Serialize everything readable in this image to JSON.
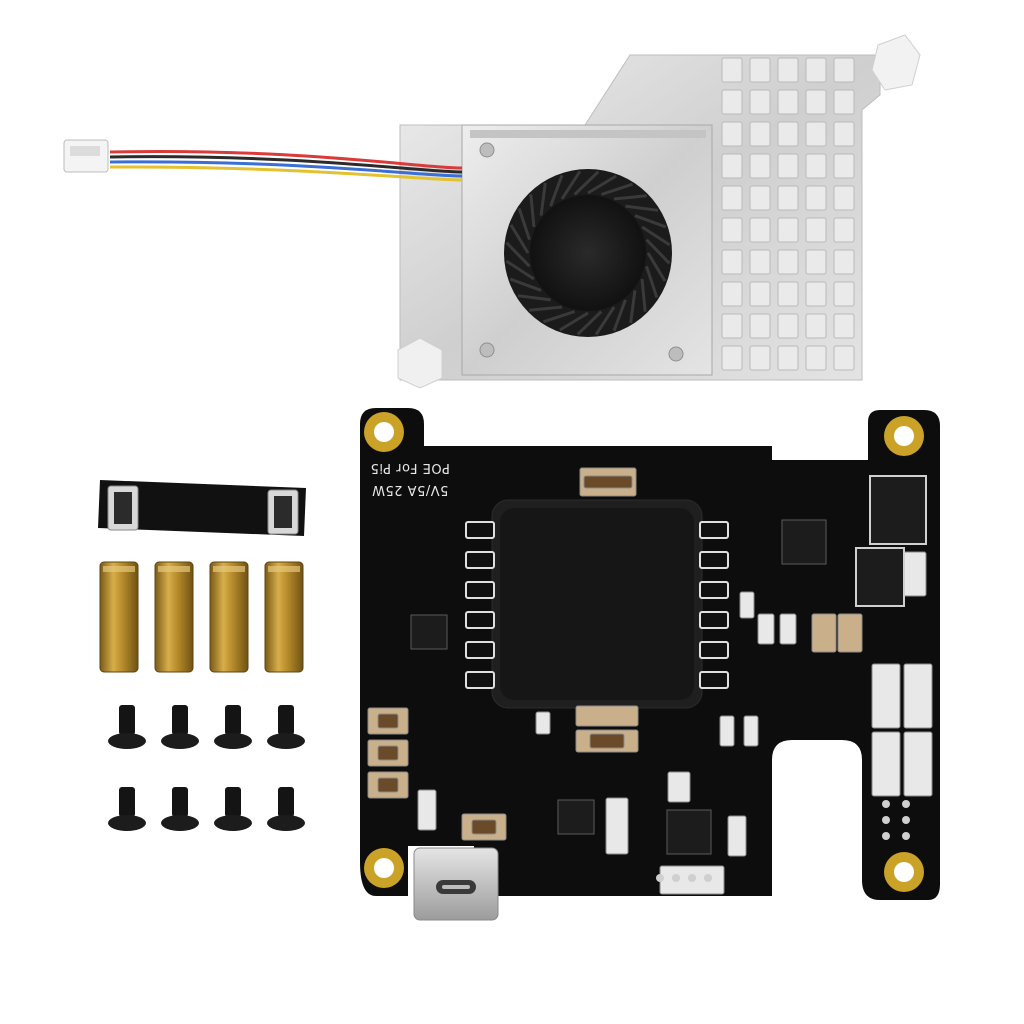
{
  "image": {
    "kind": "product-photo",
    "background": "#ffffff"
  },
  "pcb": {
    "silkscreen_line1": "5V/5A 25W",
    "silkscreen_line2": "POE For Pi5",
    "board_color": "#0d0d0d",
    "pad_color": "#c9a227"
  },
  "cooler": {
    "metal_color": "#d6d6d6",
    "fan_color": "#1b1b1b"
  },
  "accessories": {
    "standoff_count": 4,
    "screw_count": 8,
    "brass_color": "#b58a2a"
  }
}
